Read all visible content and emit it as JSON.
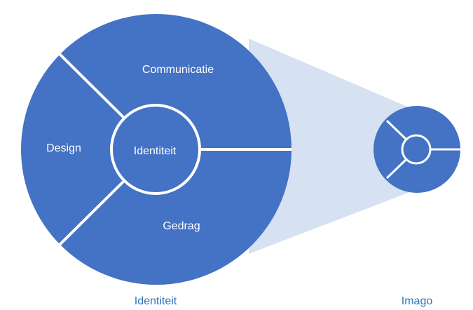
{
  "diagram": {
    "segments": {
      "communicatie": "Communicatie",
      "design": "Design",
      "gedrag": "Gedrag",
      "core": "Identiteit"
    },
    "captions": {
      "identiteit": "Identiteit",
      "imago": "Imago"
    },
    "colors": {
      "circle_fill": "#4472C4",
      "divider": "#ffffff",
      "connector": "#D6E1F2",
      "caption": "#2E75B6"
    }
  }
}
